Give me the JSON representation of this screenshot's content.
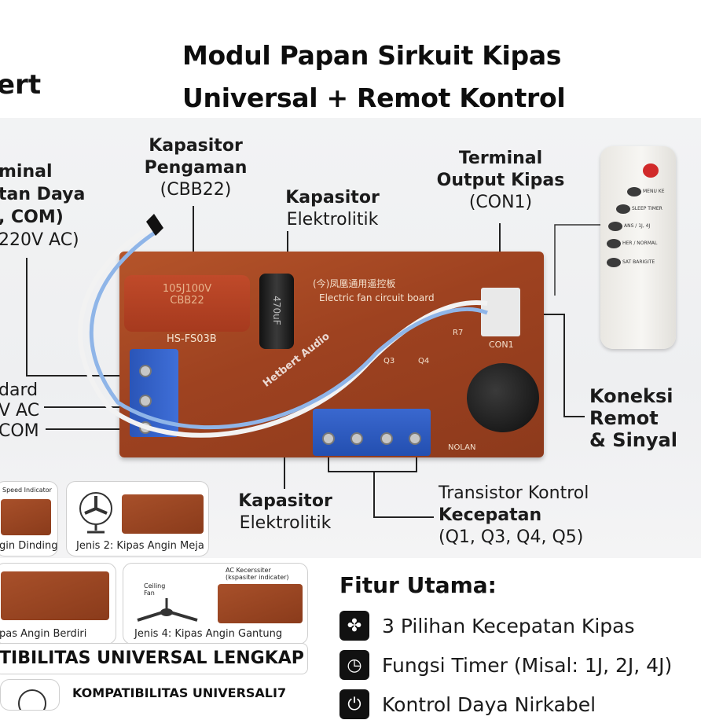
{
  "title": {
    "line1": "Modul Papan Sirkuit Kipas",
    "line2": "Universal + Remot Kontrol"
  },
  "brand_fragment": "ert",
  "labels": {
    "terminal_input": {
      "l1": "minal",
      "l2": "tan Daya",
      "l3": ", COM)",
      "l4": "220V AC)"
    },
    "protection_cap": {
      "l1": "Kapasitor",
      "l2": "Pengaman",
      "l3": "(CBB22)"
    },
    "electrolytic_top": {
      "l1": "Kapasitor",
      "l2": "Elektrolitik"
    },
    "output_terminal": {
      "l1": "Terminal",
      "l2": "Output Kipas",
      "l3": "(CON1)"
    },
    "standard_side": {
      "l1": "dard",
      "l2": "V AC",
      "l3": "COM"
    },
    "remote_connection": {
      "l1": "Koneksi",
      "l2": "Remot",
      "l3": "& Sinyal"
    },
    "electrolytic_bottom": {
      "l1": "Kapasitor",
      "l2": "Elektrolitik"
    },
    "transistor": {
      "l1": "Transistor Kontrol",
      "l2": "Kecepatan",
      "l3": "(Q1, Q3, Q4, Q5)"
    }
  },
  "board": {
    "chinese_label": "(今)凤凰通用遥控板",
    "english_label": "Electric fan circuit board",
    "cap_text": "CBB22",
    "cap_text2": "105J100V",
    "elec_text": "470uF",
    "part_code": "HS-FS03B",
    "con_label": "CON1",
    "bottom_label": "NOLAN",
    "r7": "R7",
    "q4": "Q4",
    "q3": "Q3",
    "watermark": "Hetbert Audio"
  },
  "remote": {
    "buttons": [
      "MENU KE",
      "SLEEP TIMER",
      "ANS / 1J, 4J",
      "HER / NORMAL",
      "SAT BARIGITE"
    ]
  },
  "cards": {
    "card1_tag": "Speed Indicator",
    "card1_label": "gin Dinding",
    "card2_label": "Jenis 2: Kipas Angin Meja",
    "card3_label": "pas Angin Berdiri",
    "card4_label": "Jenis 4: Kipas Angin Gantung",
    "card4_tag1": "AC Kecerssiter",
    "card4_tag2": "(kspasiter indicater)",
    "card4_fan": "Ceiling Fan"
  },
  "compat_banner": "TIBILITAS UNIVERSAL LENGKAP",
  "compat_banner2": "KOMPATIBILITAS UNIVERSALI7",
  "features": {
    "heading": "Fitur Utama:",
    "items": [
      {
        "icon": "fan-icon",
        "glyph": "✤",
        "text": "3 Pilihan Kecepatan Kipas"
      },
      {
        "icon": "clock-icon",
        "glyph": "◷",
        "text": "Fungsi Timer (Misal: 1J, 2J, 4J)"
      },
      {
        "icon": "power-icon",
        "glyph": "⏻",
        "text": "Kontrol Daya Nirkabel"
      }
    ]
  }
}
